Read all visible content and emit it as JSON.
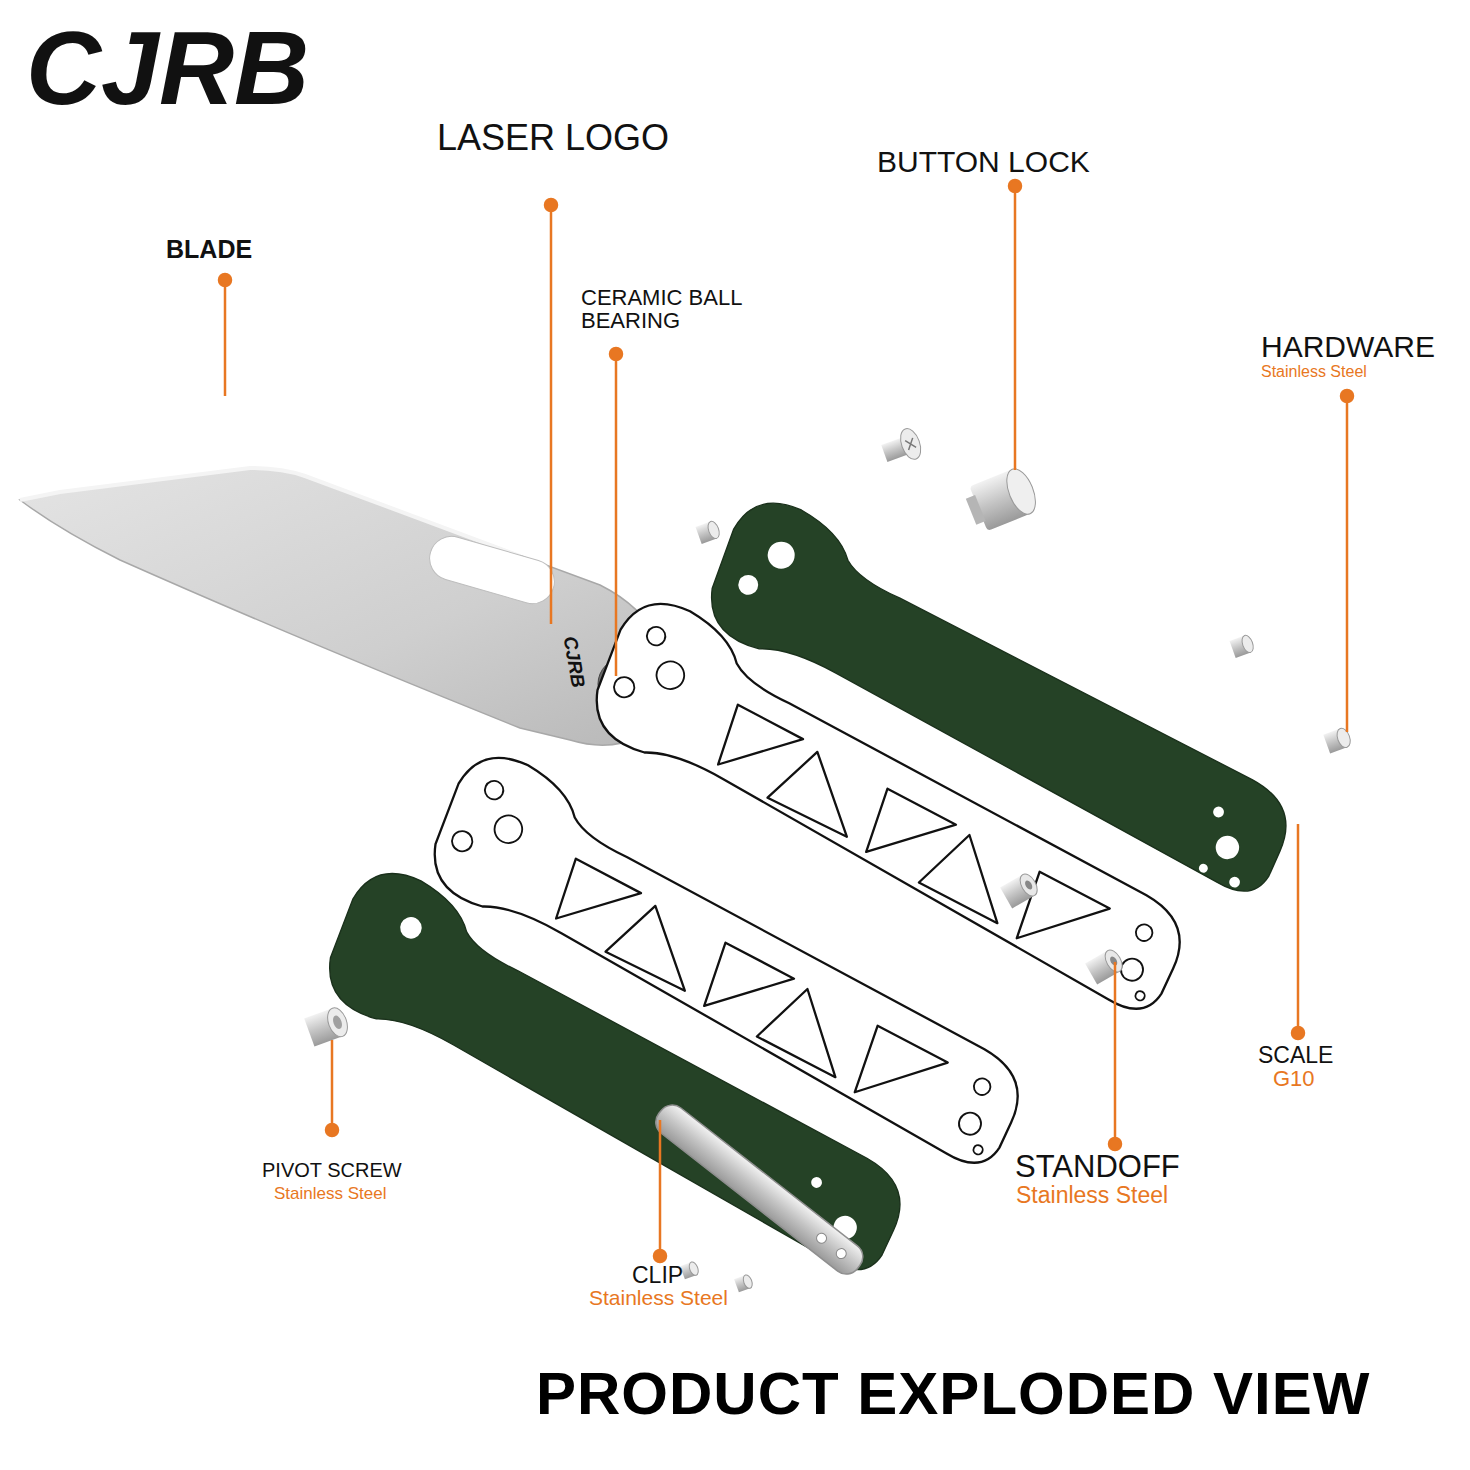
{
  "diagram": {
    "title": "PRODUCT EXPLODED VIEW",
    "labels": [
      "CJRB",
      "LASER LOGO",
      "BUTTON LOCK",
      "BLADE",
      "CERAMIC BALL BEARING",
      "HARDWARE",
      "Stainless Steel",
      "CJRB",
      "SCALE",
      "G10",
      "STANDOFF",
      "Stainless Steel",
      "PIVOT SCREW",
      "Stainless Steel",
      "CLIP",
      "Stainless Steel"
    ]
  }
}
